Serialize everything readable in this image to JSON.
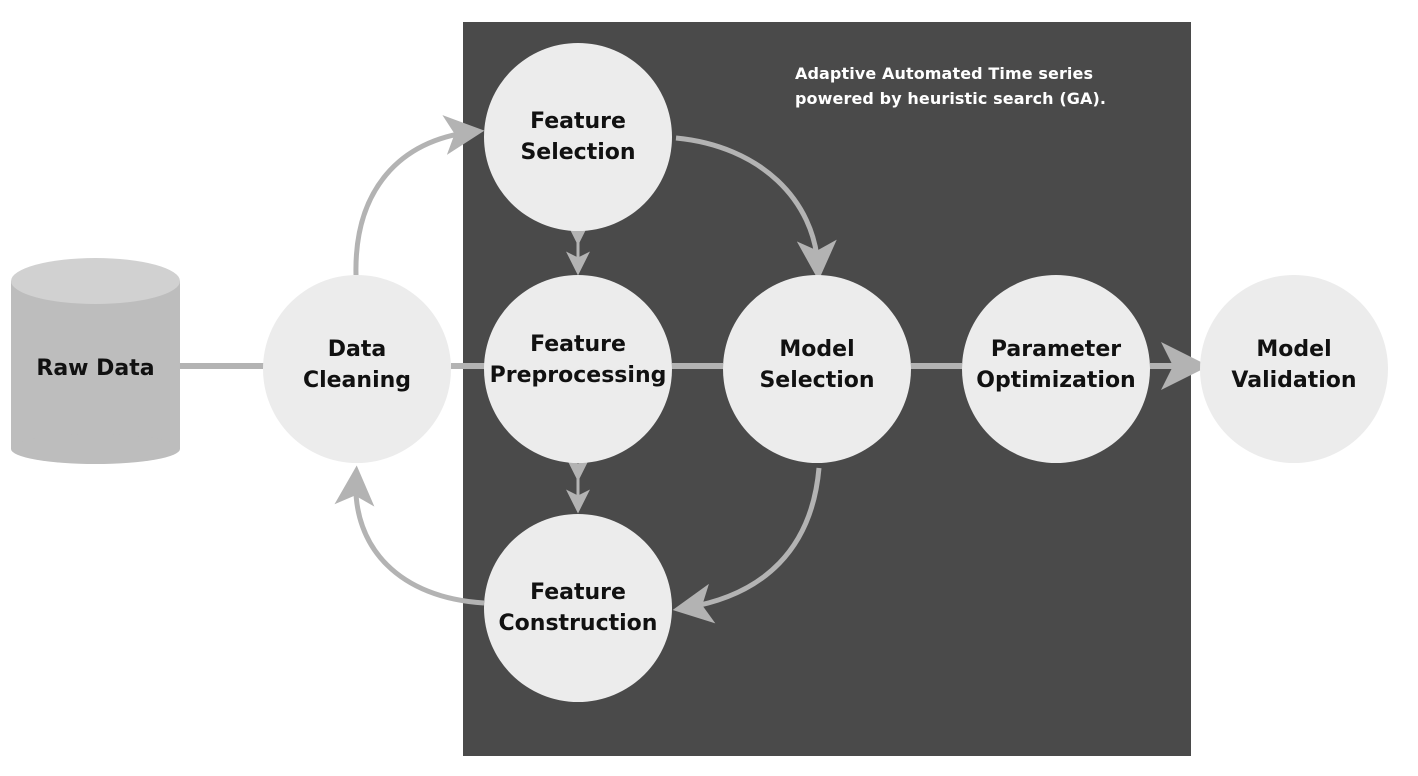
{
  "panel": {
    "caption_line1": "Adaptive Automated Time series",
    "caption_line2": "powered by heuristic search (GA)."
  },
  "nodes": {
    "raw_data": {
      "label": "Raw Data"
    },
    "data_cleaning": {
      "line1": "Data",
      "line2": "Cleaning"
    },
    "feature_selection": {
      "line1": "Feature",
      "line2": "Selection"
    },
    "feature_preprocessing": {
      "line1": "Feature",
      "line2": "Preprocessing"
    },
    "feature_construction": {
      "line1": "Feature",
      "line2": "Construction"
    },
    "model_selection": {
      "line1": "Model",
      "line2": "Selection"
    },
    "parameter_optimization": {
      "line1": "Parameter",
      "line2": "Optimization"
    },
    "model_validation": {
      "line1": "Model",
      "line2": "Validation"
    }
  },
  "colors": {
    "panel_background": "#4a4a4a",
    "node_fill": "#ececec",
    "connector": "#b3b3b3",
    "cylinder_fill": "#bdbdbd",
    "cylinder_top": "#d1d1d1"
  }
}
